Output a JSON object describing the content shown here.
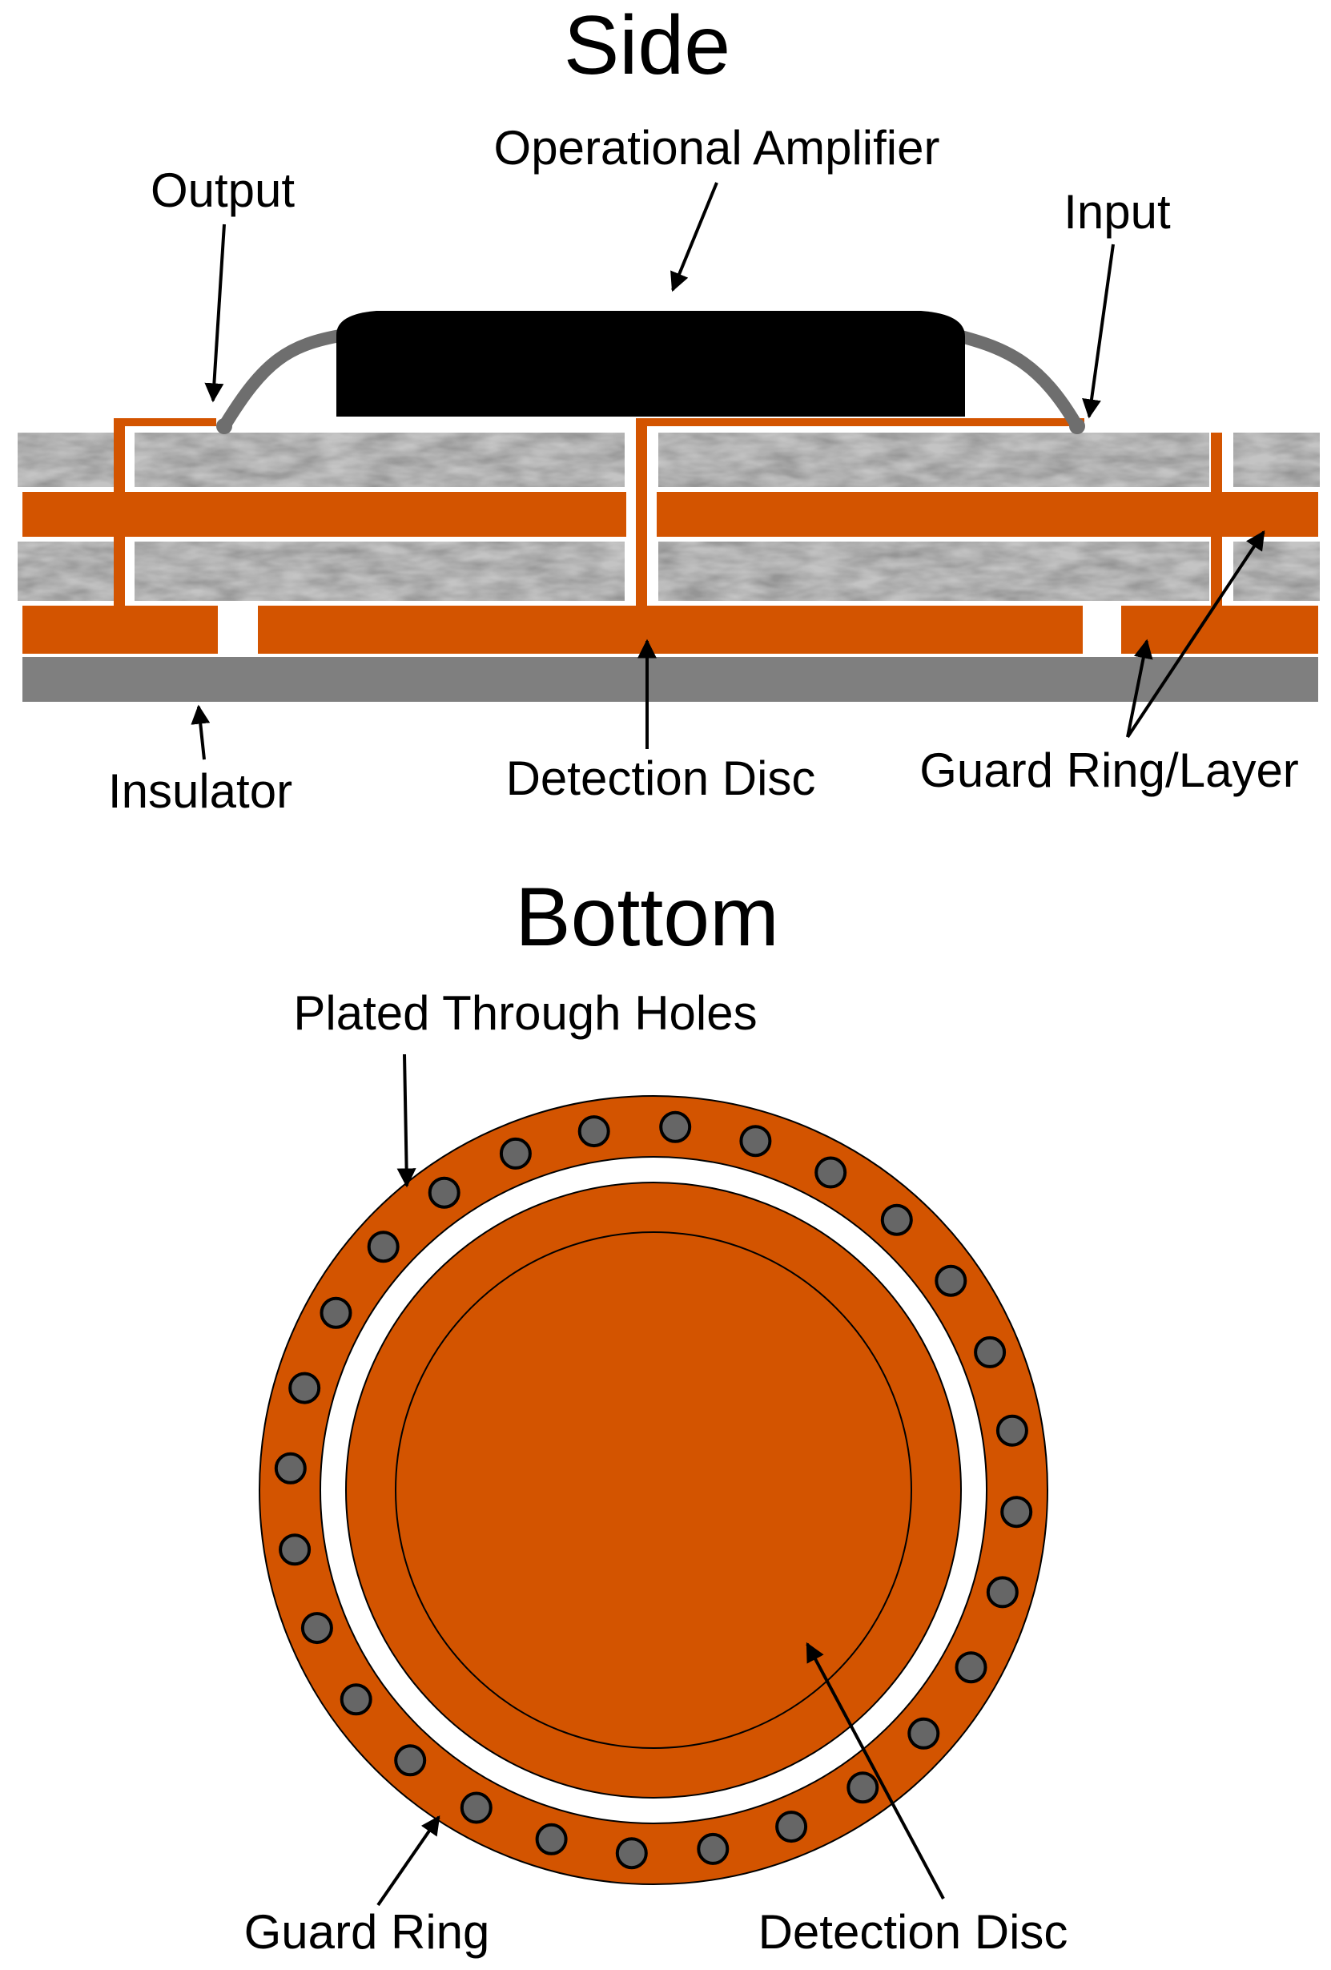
{
  "side": {
    "title": "Side",
    "labels": {
      "op_amp": "Operational Amplifier",
      "output": "Output",
      "input": "Input",
      "insulator": "Insulator",
      "detection_disc": "Detection Disc",
      "guard_ring_layer": "Guard Ring/Layer"
    }
  },
  "bottom": {
    "title": "Bottom",
    "labels": {
      "plated_holes": "Plated Through Holes",
      "guard_ring": "Guard Ring",
      "detection_disc": "Detection Disc"
    },
    "hole_count": 28
  },
  "colors": {
    "copper": "#d35400",
    "insulator": "#7f7f7f",
    "chip": "#000000",
    "lead": "#6e6e6e",
    "substrate": "#bdbdbd",
    "hole": "#666666",
    "background": "#ffffff"
  }
}
